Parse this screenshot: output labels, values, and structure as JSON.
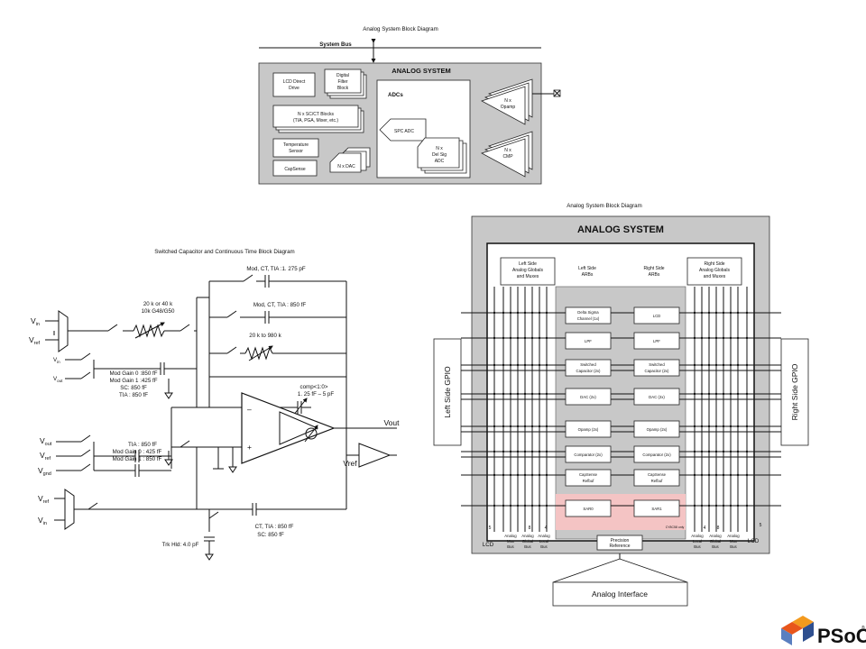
{
  "top": {
    "title": "Analog System Block Diagram",
    "system_bus": "System Bus",
    "analog_system": "ANALOG SYSTEM",
    "lcd_direct_drive": [
      "LCD Direct",
      "Drive"
    ],
    "digital_filter_block": [
      "Digital",
      "Filter",
      "Block"
    ],
    "sc_ct_blocks": [
      "N x SC/CT Blocks",
      "(TIA, PGA, Mixer, etc.)"
    ],
    "temperature_sensor": [
      "Temperature",
      "Sensor"
    ],
    "capsense": "CapSense",
    "n_dac": "N x DAC",
    "adcs": "ADCs",
    "spc_adc": "SPC ADC",
    "del_sig_adc": [
      "N x",
      "Del Sig",
      "ADC"
    ],
    "opamp": [
      "N x",
      "Opamp"
    ],
    "cmp": [
      "N x",
      "CMP"
    ]
  },
  "switched_cap": {
    "title": "Switched Capacitor and Continuous Time Block Diagram",
    "vin": "V",
    "vin_sub": "in",
    "vref": "V",
    "vref_sub": "ref",
    "vout": "V",
    "vout_sub": "out",
    "vgnd": "V",
    "vgnd_sub": "gnd",
    "res1": [
      "20 k or 40 k",
      "10k G48/G50"
    ],
    "mod_gain": [
      "Mod Gain 0 :850 fF",
      "Mod Gain 1 :425 fF",
      "SC: 850 fF",
      "TIA : 850 fF"
    ],
    "cap_top1": "Mod, CT, TIA  :1. 275 pF",
    "cap_top2": "Mod, CT, TIA : 850 fF",
    "res2": "20 k to 980 k",
    "comp": [
      "comp<1:0>",
      "1. 25 fF – 5 pF"
    ],
    "vout_label": "Vout",
    "vref_label": "Vref",
    "tia2": [
      "TIA : 850 fF",
      "Mod Gain 0 : 425 fF",
      "Mod Gain 1 : 850 fF"
    ],
    "ct_cap": [
      "CT, TIA :  850  fF",
      "SC: 850 fF"
    ],
    "trk_hld": "Trk Hld: 4.0 pF",
    "plus": "+",
    "minus": "–"
  },
  "right": {
    "title": "Analog System Block Diagram",
    "analog_system": "ANALOG SYSTEM",
    "left_gpio": "Left Side GPIO",
    "right_gpio": "Right Side GPIO",
    "left_globals": [
      "Left Side",
      "Analog Globals",
      "and Muxes"
    ],
    "right_globals": [
      "Right Side",
      "Analog Globals",
      "and Muxes"
    ],
    "left_arbs": [
      "Left Side",
      "ARBs"
    ],
    "right_arbs": [
      "Right Side",
      "ARBs"
    ],
    "left_blocks": [
      [
        "Delta Sigma",
        "Channel (1x)"
      ],
      [
        "LPF"
      ],
      [
        "Switched",
        "Capacitor (2x)"
      ],
      [
        "DAC (2x)"
      ],
      [
        "Opamp (2x)"
      ],
      [
        "Comparator (2x)"
      ],
      [
        "CapSense",
        "Refbuf"
      ],
      [
        "SAR0"
      ]
    ],
    "right_blocks": [
      [
        "LCD"
      ],
      [
        "LPF"
      ],
      [
        "Switched",
        "Capacitor (2x)"
      ],
      [
        "DAC (2x)"
      ],
      [
        "Opamp (2x)"
      ],
      [
        "Comparator (2x)"
      ],
      [
        "CapSense",
        "Refbuf"
      ],
      [
        "SAR1"
      ]
    ],
    "precision_ref": [
      "Precision",
      "Reference"
    ],
    "lcd_left": "LCD",
    "lcd_right": "LCD",
    "bus_left": [
      [
        "Analog",
        "Mux",
        "Bus"
      ],
      [
        "Analog",
        "Global",
        "Bus"
      ],
      [
        "Analog",
        "Local",
        "Bus"
      ]
    ],
    "bus_right": [
      [
        "Analog",
        "Local",
        "Bus"
      ],
      [
        "Analog",
        "Global",
        "Bus"
      ],
      [
        "Analog",
        "Mux",
        "Bus"
      ]
    ],
    "num_5": "5",
    "num_4": "4",
    "num_8": "8",
    "tiny_note": "CY8C58 only",
    "analog_interface": "Analog Interface"
  },
  "logo": {
    "text": "PSoC",
    "reg": "®",
    "colors": [
      "#e8561b",
      "#f39a1e",
      "#2f4f8f",
      "#5a7fc0"
    ]
  }
}
